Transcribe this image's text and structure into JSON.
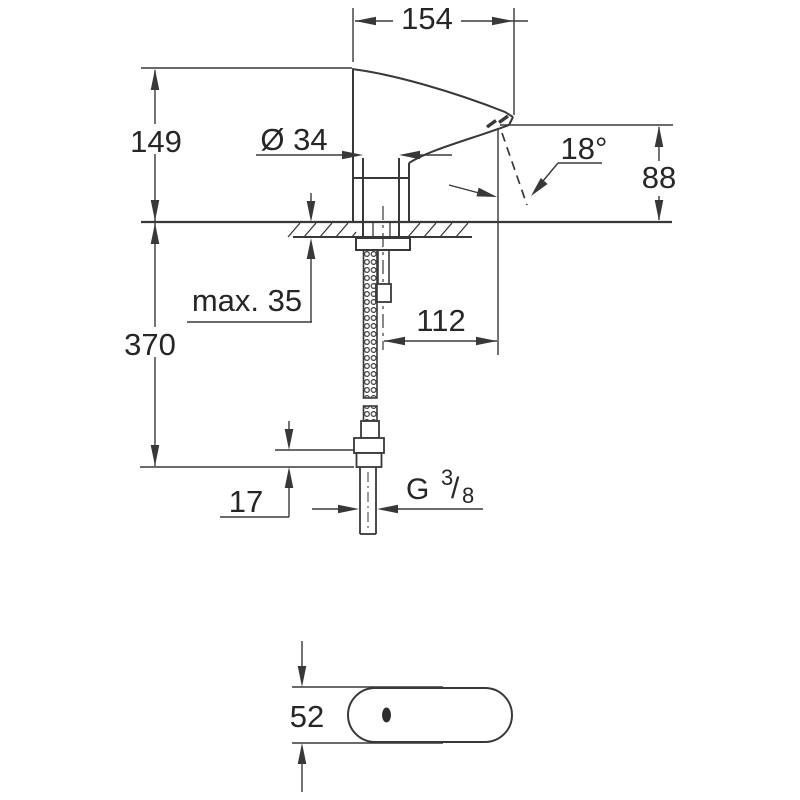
{
  "drawing": {
    "background": "#ffffff",
    "line_color": "#383838",
    "text_color": "#262626",
    "labels": {
      "spout_width": "154",
      "body_height": "149",
      "base_diameter": "Ø 34",
      "spray_angle": "18°",
      "outlet_height": "88",
      "max_deck_thickness": "max. 35",
      "hose_length": "370",
      "spout_reach": "112",
      "fitting_height": "17",
      "thread_letter": "G",
      "thread_numerator": "3",
      "thread_slash": "/",
      "thread_denominator": "8",
      "base_width": "52"
    }
  }
}
